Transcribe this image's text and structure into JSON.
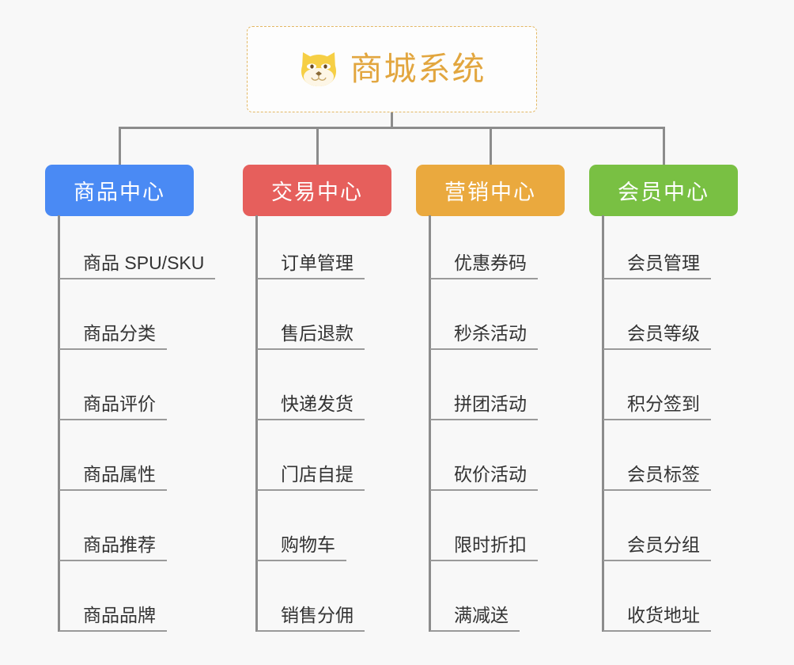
{
  "page": {
    "background_color": "#f8f8f8",
    "line_color": "#8c8c8c",
    "leaf_line_color": "#9a9a9a",
    "leaf_text_color": "#333333"
  },
  "root": {
    "title": "商城系统",
    "icon": "shiba-dog-face-emoji",
    "text_color": "#e2a63f",
    "border_color": "#e3b864",
    "background_color": "#fdfdfd"
  },
  "categories": [
    {
      "label": "商品中心",
      "color": "#4a8af4",
      "items": [
        "商品 SPU/SKU",
        "商品分类",
        "商品评价",
        "商品属性",
        "商品推荐",
        "商品品牌"
      ]
    },
    {
      "label": "交易中心",
      "color": "#e65f5c",
      "items": [
        "订单管理",
        "售后退款",
        "快递发货",
        "门店自提",
        "购物车",
        "销售分佣"
      ]
    },
    {
      "label": "营销中心",
      "color": "#eaa93e",
      "items": [
        "优惠券码",
        "秒杀活动",
        "拼团活动",
        "砍价活动",
        "限时折扣",
        "满减送"
      ]
    },
    {
      "label": "会员中心",
      "color": "#79c043",
      "items": [
        "会员管理",
        "会员等级",
        "积分签到",
        "会员标签",
        "会员分组",
        "收货地址"
      ]
    }
  ]
}
